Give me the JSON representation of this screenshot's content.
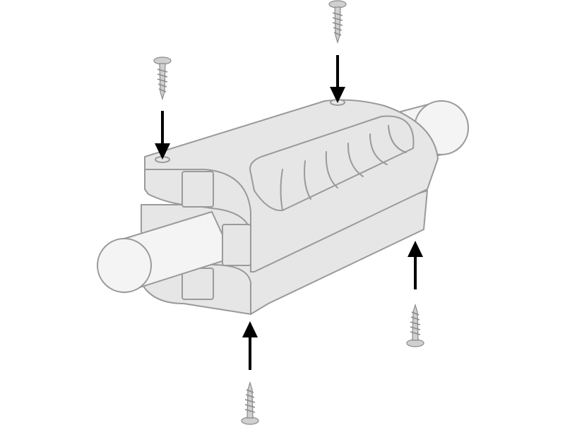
{
  "diagram": {
    "subject": "clamp-assembly",
    "colors": {
      "part": "#e6e6e6",
      "outline": "#9a9a9a",
      "arrow": "#000000"
    },
    "screws": 4,
    "arrows": 4,
    "icons": [
      "screw-icon",
      "arrow-down-icon",
      "arrow-up-icon"
    ]
  }
}
